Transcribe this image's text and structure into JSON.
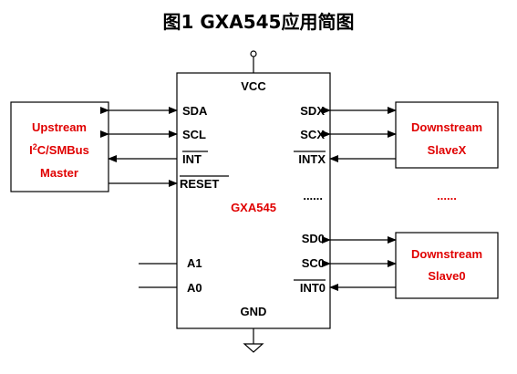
{
  "title": "图1 GXA545应用简图",
  "chip": {
    "name": "GXA545",
    "vcc": "VCC",
    "gnd": "GND",
    "left_pins": {
      "sda": "SDA",
      "scl": "SCL",
      "int": "INT",
      "reset": "RESET",
      "a1": "A1",
      "a0": "A0"
    },
    "right_pins": {
      "sdx": "SDX",
      "scx": "SCX",
      "intx": "INTX",
      "ellipsis": "......",
      "sd0": "SD0",
      "sc0": "SC0",
      "int0": "INT0"
    }
  },
  "upstream": {
    "line1": "Upstream",
    "line2_i": "I",
    "line2_sup": "2",
    "line2_rest": "C/SMBus",
    "line3": "Master"
  },
  "slave_x": {
    "line1": "Downstream",
    "line2": "SlaveX"
  },
  "slave_ellipsis": "......",
  "slave_0": {
    "line1": "Downstream",
    "line2": "Slave0"
  },
  "colors": {
    "accent_text": "#e00000",
    "line": "#000000"
  }
}
